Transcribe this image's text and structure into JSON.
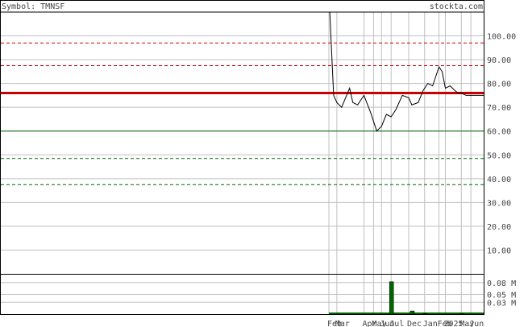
{
  "header": {
    "symbol_label": "Symbol: TMNSF",
    "brand": "stockta.com"
  },
  "colors": {
    "frame": "#000000",
    "grid": "#c0c0c0",
    "price_line": "#000000",
    "support_line": "#006600",
    "resistance_line": "#cc0000",
    "volume_bar": "#006600"
  },
  "chart_data": {
    "type": "line",
    "ylim": [
      0,
      110
    ],
    "y_ticks": [
      "100.00",
      "90.00",
      "80.00",
      "70.00",
      "60.00",
      "50.00",
      "40.00",
      "30.00",
      "20.00",
      "10.00"
    ],
    "y_tick_values": [
      100,
      90,
      80,
      70,
      60,
      50,
      40,
      30,
      20,
      10
    ],
    "x_tick_labels": [
      "Feb",
      "Mar",
      "Apr",
      "May",
      "Jun",
      "Jul",
      "Dec",
      "Jan",
      "Feb",
      "2025",
      "May",
      "Jun"
    ],
    "x_tick_positions": [
      0,
      0.5,
      2.2,
      2.8,
      3.3,
      3.9,
      5.0,
      6.0,
      6.9,
      7.3,
      8.3,
      8.9
    ],
    "series": [
      {
        "x": [
          0,
          0.3,
          0.5,
          0.8,
          1.3,
          1.5,
          1.8,
          2.2,
          2.6,
          3.0,
          3.3,
          3.6,
          3.9,
          4.2,
          4.6,
          5.0,
          5.2,
          5.6,
          5.9,
          6.2,
          6.5,
          6.9,
          7.1,
          7.3,
          7.6,
          7.9,
          8.1,
          8.3,
          8.6,
          9.0,
          9.7
        ],
        "y": [
          118,
          75,
          72,
          70,
          78,
          72,
          71,
          75,
          68,
          60,
          62,
          67,
          66,
          69,
          75,
          74,
          71,
          72,
          77,
          80,
          79,
          87,
          85,
          78,
          79,
          77,
          76,
          76,
          75,
          75,
          75
        ]
      }
    ],
    "horizontal_lines": [
      {
        "value": 97,
        "style": "dashed",
        "color": "#cc0000"
      },
      {
        "value": 87.5,
        "style": "dashed",
        "color": "#cc0000"
      },
      {
        "value": 76,
        "style": "solid-thick",
        "color": "#cc0000"
      },
      {
        "value": 60,
        "style": "solid",
        "color": "#006600"
      },
      {
        "value": 48.5,
        "style": "dashed",
        "color": "#006600"
      },
      {
        "value": 37.5,
        "style": "dashed",
        "color": "#006600"
      }
    ],
    "volume": {
      "ylim": [
        0,
        0.1
      ],
      "y_ticks": [
        "0.08 M",
        "0.05 M",
        "0.03 M"
      ],
      "y_tick_values": [
        0.08,
        0.05,
        0.03
      ],
      "bars": [
        {
          "x": 3.9,
          "value": 0.082
        },
        {
          "x": 5.2,
          "value": 0.008
        },
        {
          "x": 6.0,
          "value": 0.002
        },
        {
          "x": 8.3,
          "value": 0.001
        }
      ]
    }
  }
}
